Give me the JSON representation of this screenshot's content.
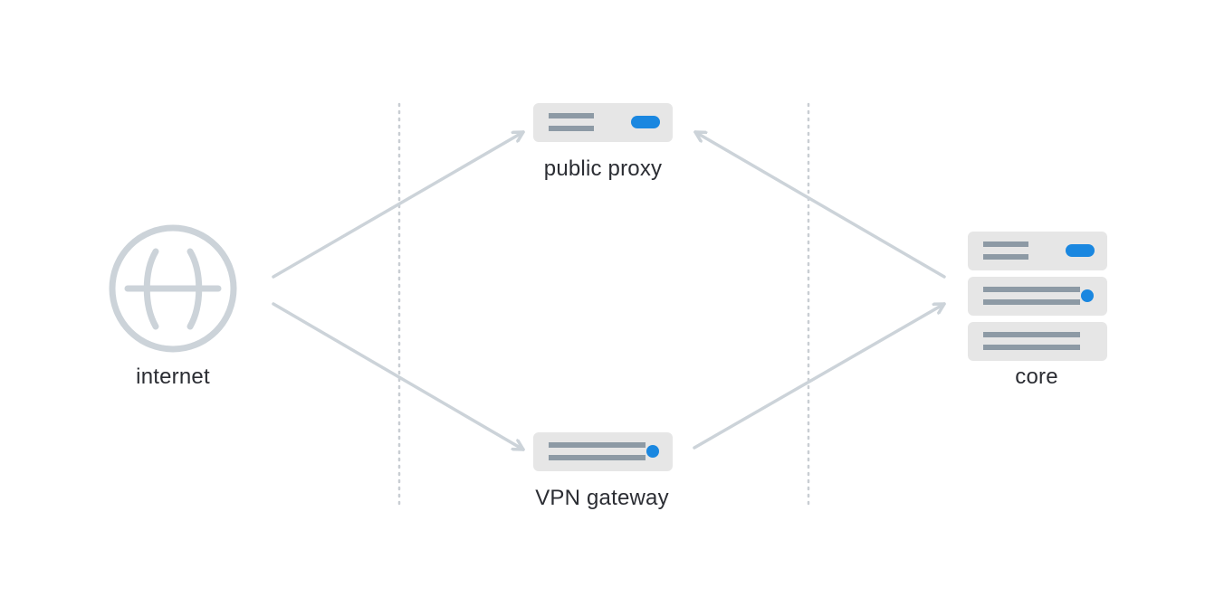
{
  "colors": {
    "arrow": "#ccd3d9",
    "divider": "#c9ced3",
    "globe": "#ccd3d9",
    "server_body": "#e6e6e6",
    "server_lines": "#8d9aa5",
    "accent": "#1a87e0",
    "label": "#2b2d33"
  },
  "nodes": {
    "internet": {
      "label": "internet",
      "icon": "globe-icon"
    },
    "public_proxy": {
      "label": "public proxy",
      "icon": "server-icon"
    },
    "vpn_gateway": {
      "label": "VPN gateway",
      "icon": "server-icon"
    },
    "core": {
      "label": "core",
      "icon": "server-stack-icon"
    }
  },
  "edges": [
    {
      "from": "internet",
      "to": "public proxy"
    },
    {
      "from": "internet",
      "to": "VPN gateway"
    },
    {
      "from": "core",
      "to": "public proxy"
    },
    {
      "from": "VPN gateway",
      "to": "core"
    }
  ]
}
